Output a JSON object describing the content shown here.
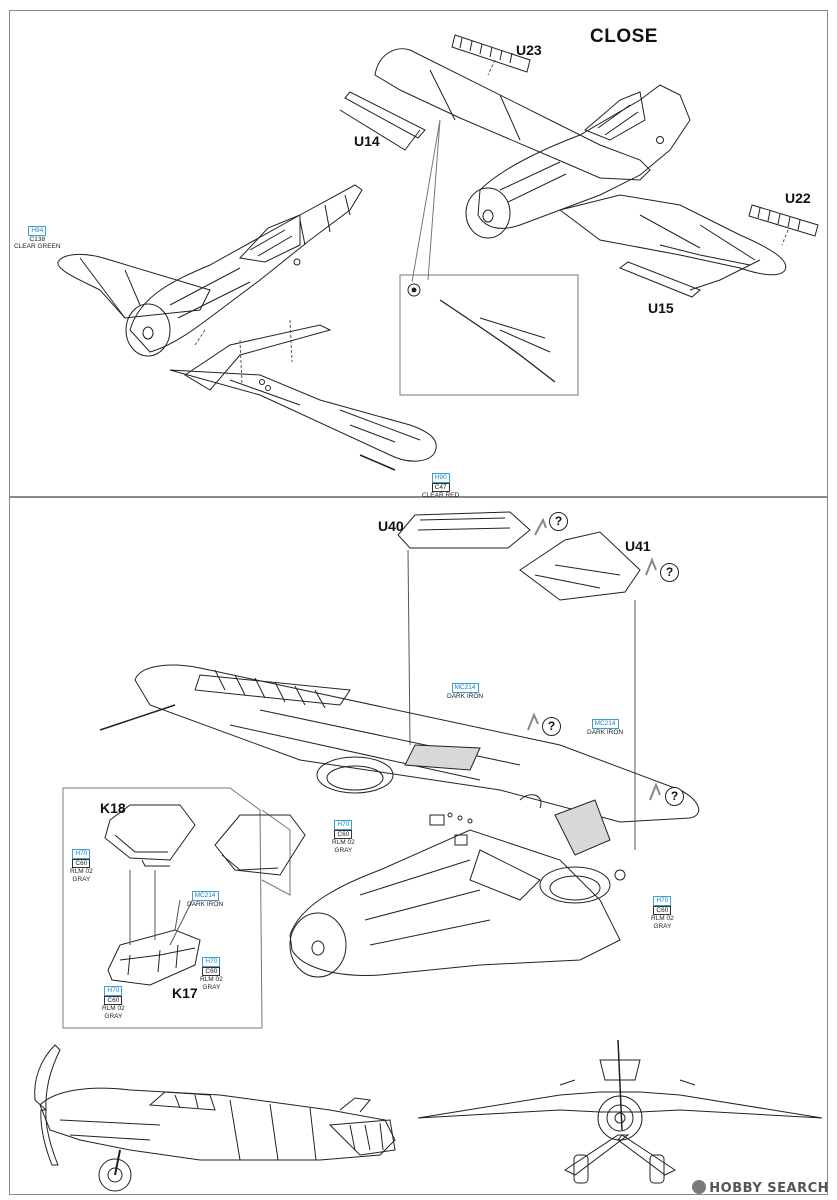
{
  "top_panel": {
    "title": "CLOSE",
    "parts": {
      "u23": "U23",
      "u14": "U14",
      "u22": "U22",
      "u15": "U15"
    },
    "wingtip_left": {
      "h": "H94",
      "c": "C138",
      "name": "CLEAR GREEN"
    },
    "wingtip_right": {
      "h": "H90",
      "c": "C47",
      "name": "CLEAR RED"
    }
  },
  "bottom_panel": {
    "parts": {
      "u40": "U40",
      "u41": "U41",
      "k18": "K18",
      "k17": "K17"
    },
    "question_mark": "?",
    "dark_iron_1": {
      "code": "MC214",
      "name": "DARK IRON"
    },
    "dark_iron_2": {
      "code": "MC214",
      "name": "DARK IRON"
    },
    "dark_iron_3": {
      "code": "MC214",
      "name": "DARK IRON"
    },
    "rlm_mid": {
      "h": "H70",
      "c": "C60",
      "name1": "RLM 02",
      "name2": "GRAY"
    },
    "rlm_right": {
      "h": "H70",
      "c": "C60",
      "name1": "RLM 02",
      "name2": "GRAY"
    },
    "rlm_k18": {
      "h": "H70",
      "c": "C60",
      "name1": "RLM 02",
      "name2": "GRAY"
    },
    "rlm_k17_right": {
      "h": "H70",
      "c": "C60",
      "name1": "RLM 02",
      "name2": "GRAY"
    },
    "rlm_k17_left": {
      "h": "H70",
      "c": "C60",
      "name1": "RLM 02",
      "name2": "GRAY"
    }
  },
  "watermark": "HOBBY SEARCH"
}
